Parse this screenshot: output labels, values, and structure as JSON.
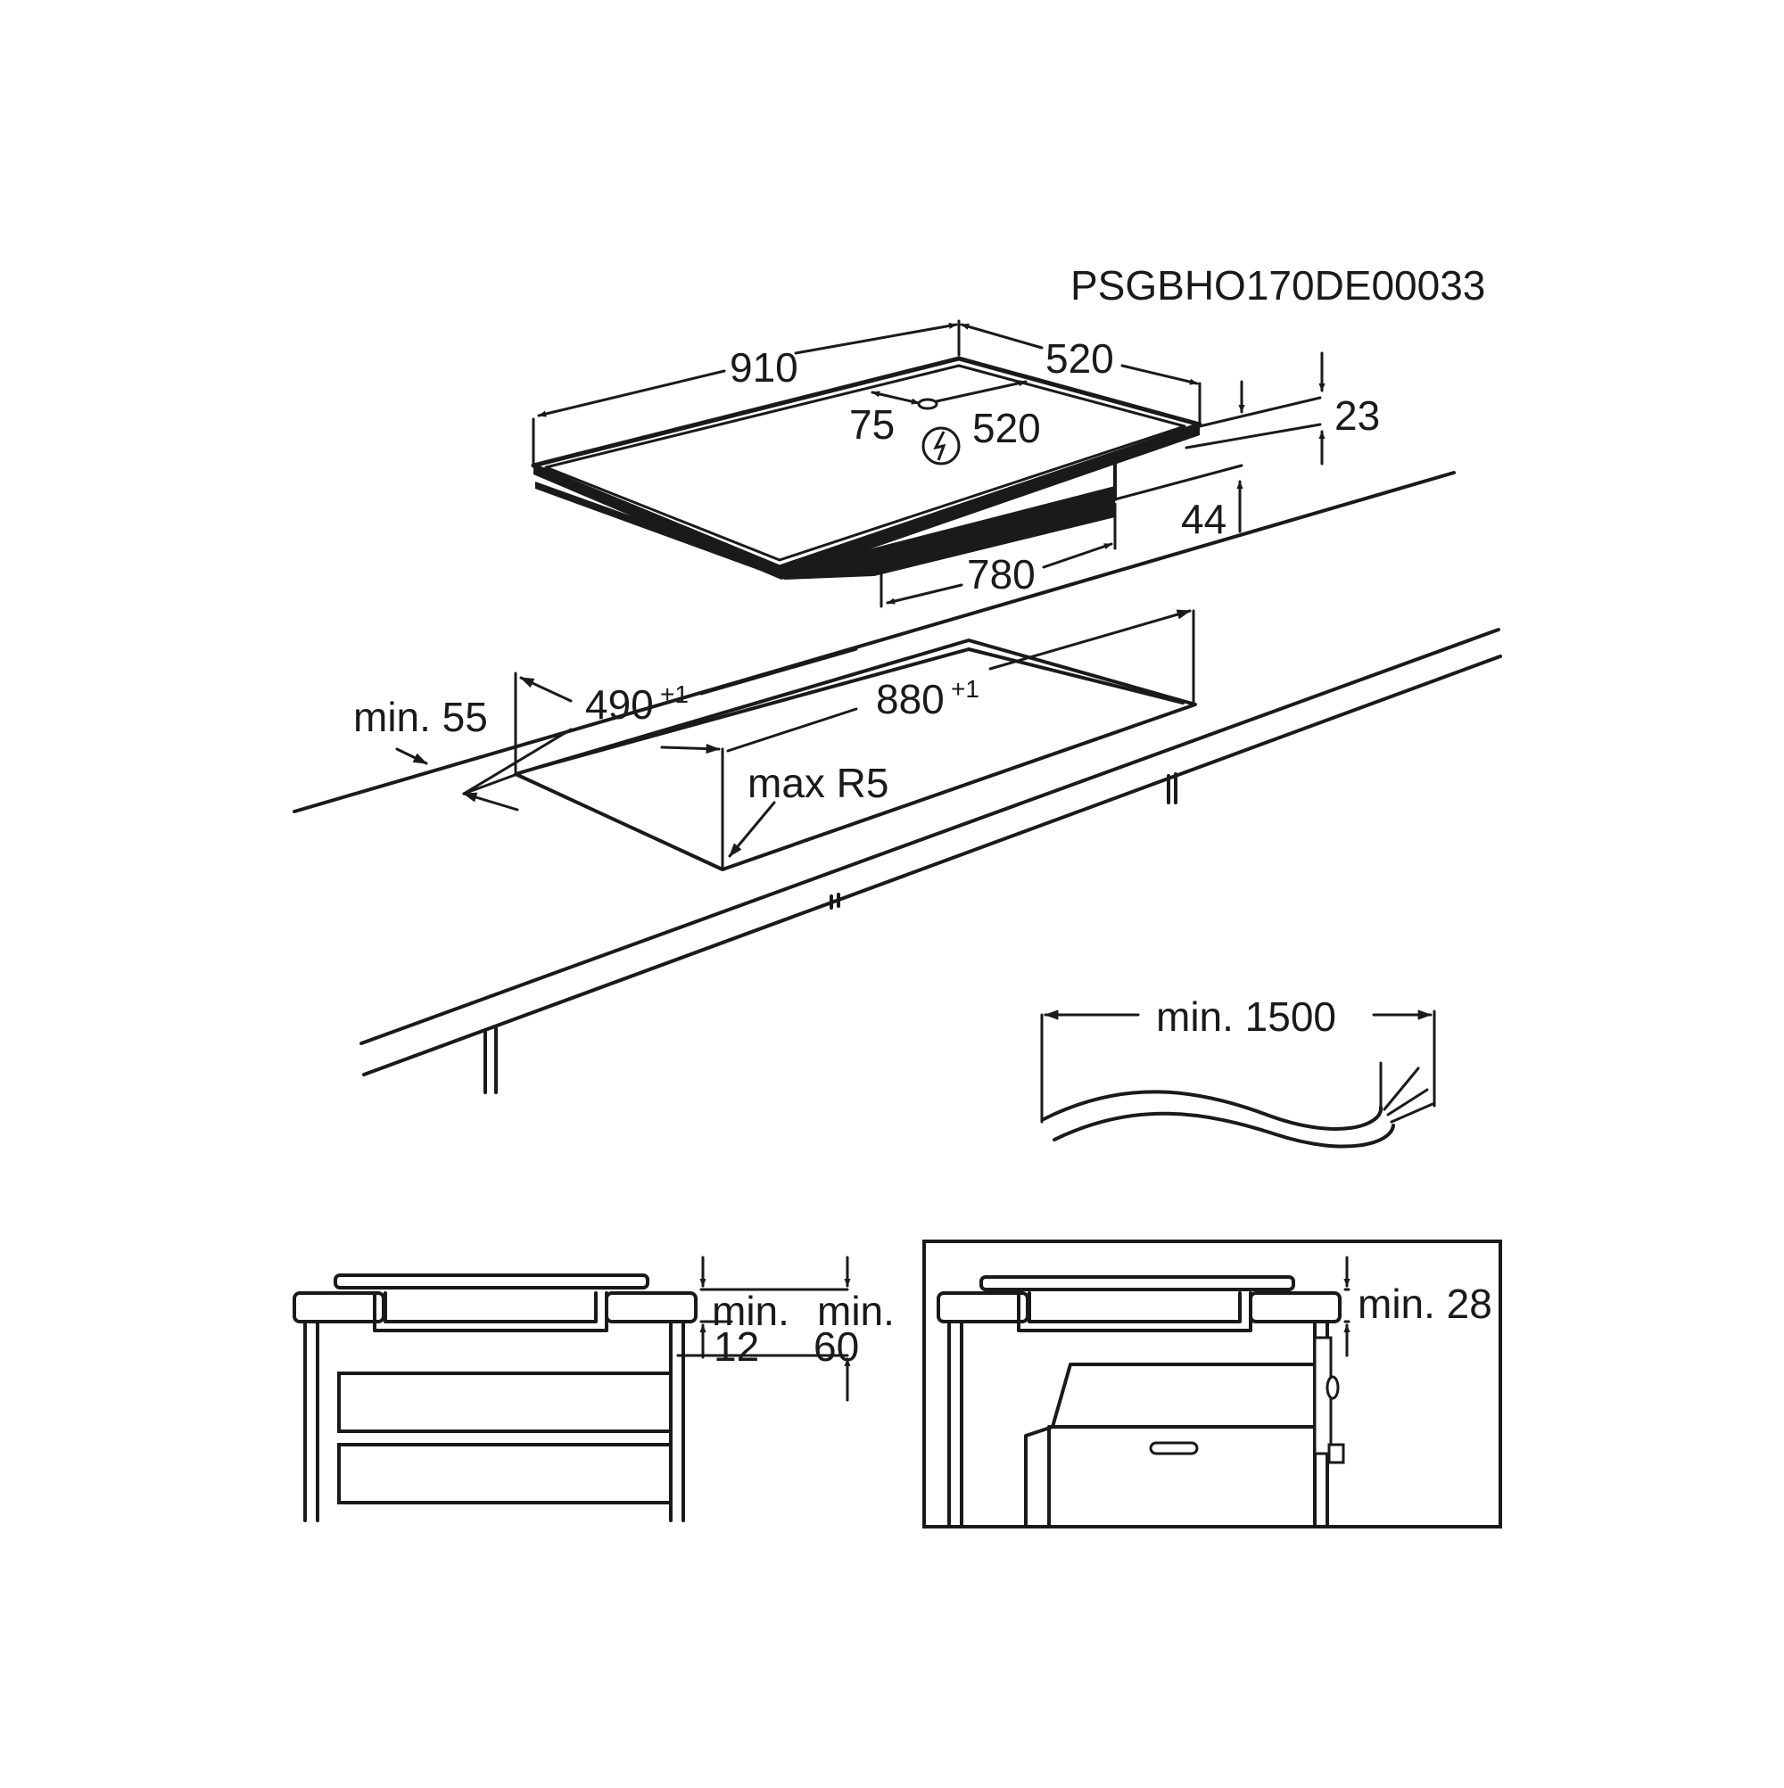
{
  "code": "PSGBHO170DE00033",
  "hob": {
    "width": "910",
    "depth": "520",
    "cable_offset": "75",
    "cable_depth": "520",
    "glass_thickness": "23",
    "body_height": "44",
    "body_width": "780"
  },
  "cutout": {
    "depth": "490",
    "depth_tol": "+1",
    "width": "880",
    "width_tol": "+1",
    "edge_min": "min. 55",
    "radius": "max R5"
  },
  "cable": {
    "length": "min. 1500"
  },
  "section_left": {
    "min_label_a": "min.",
    "value_a": "12",
    "min_label_b": "min.",
    "value_b": "60"
  },
  "section_right": {
    "gap": "min. 28"
  },
  "icons": [
    "electric-connection-icon"
  ]
}
